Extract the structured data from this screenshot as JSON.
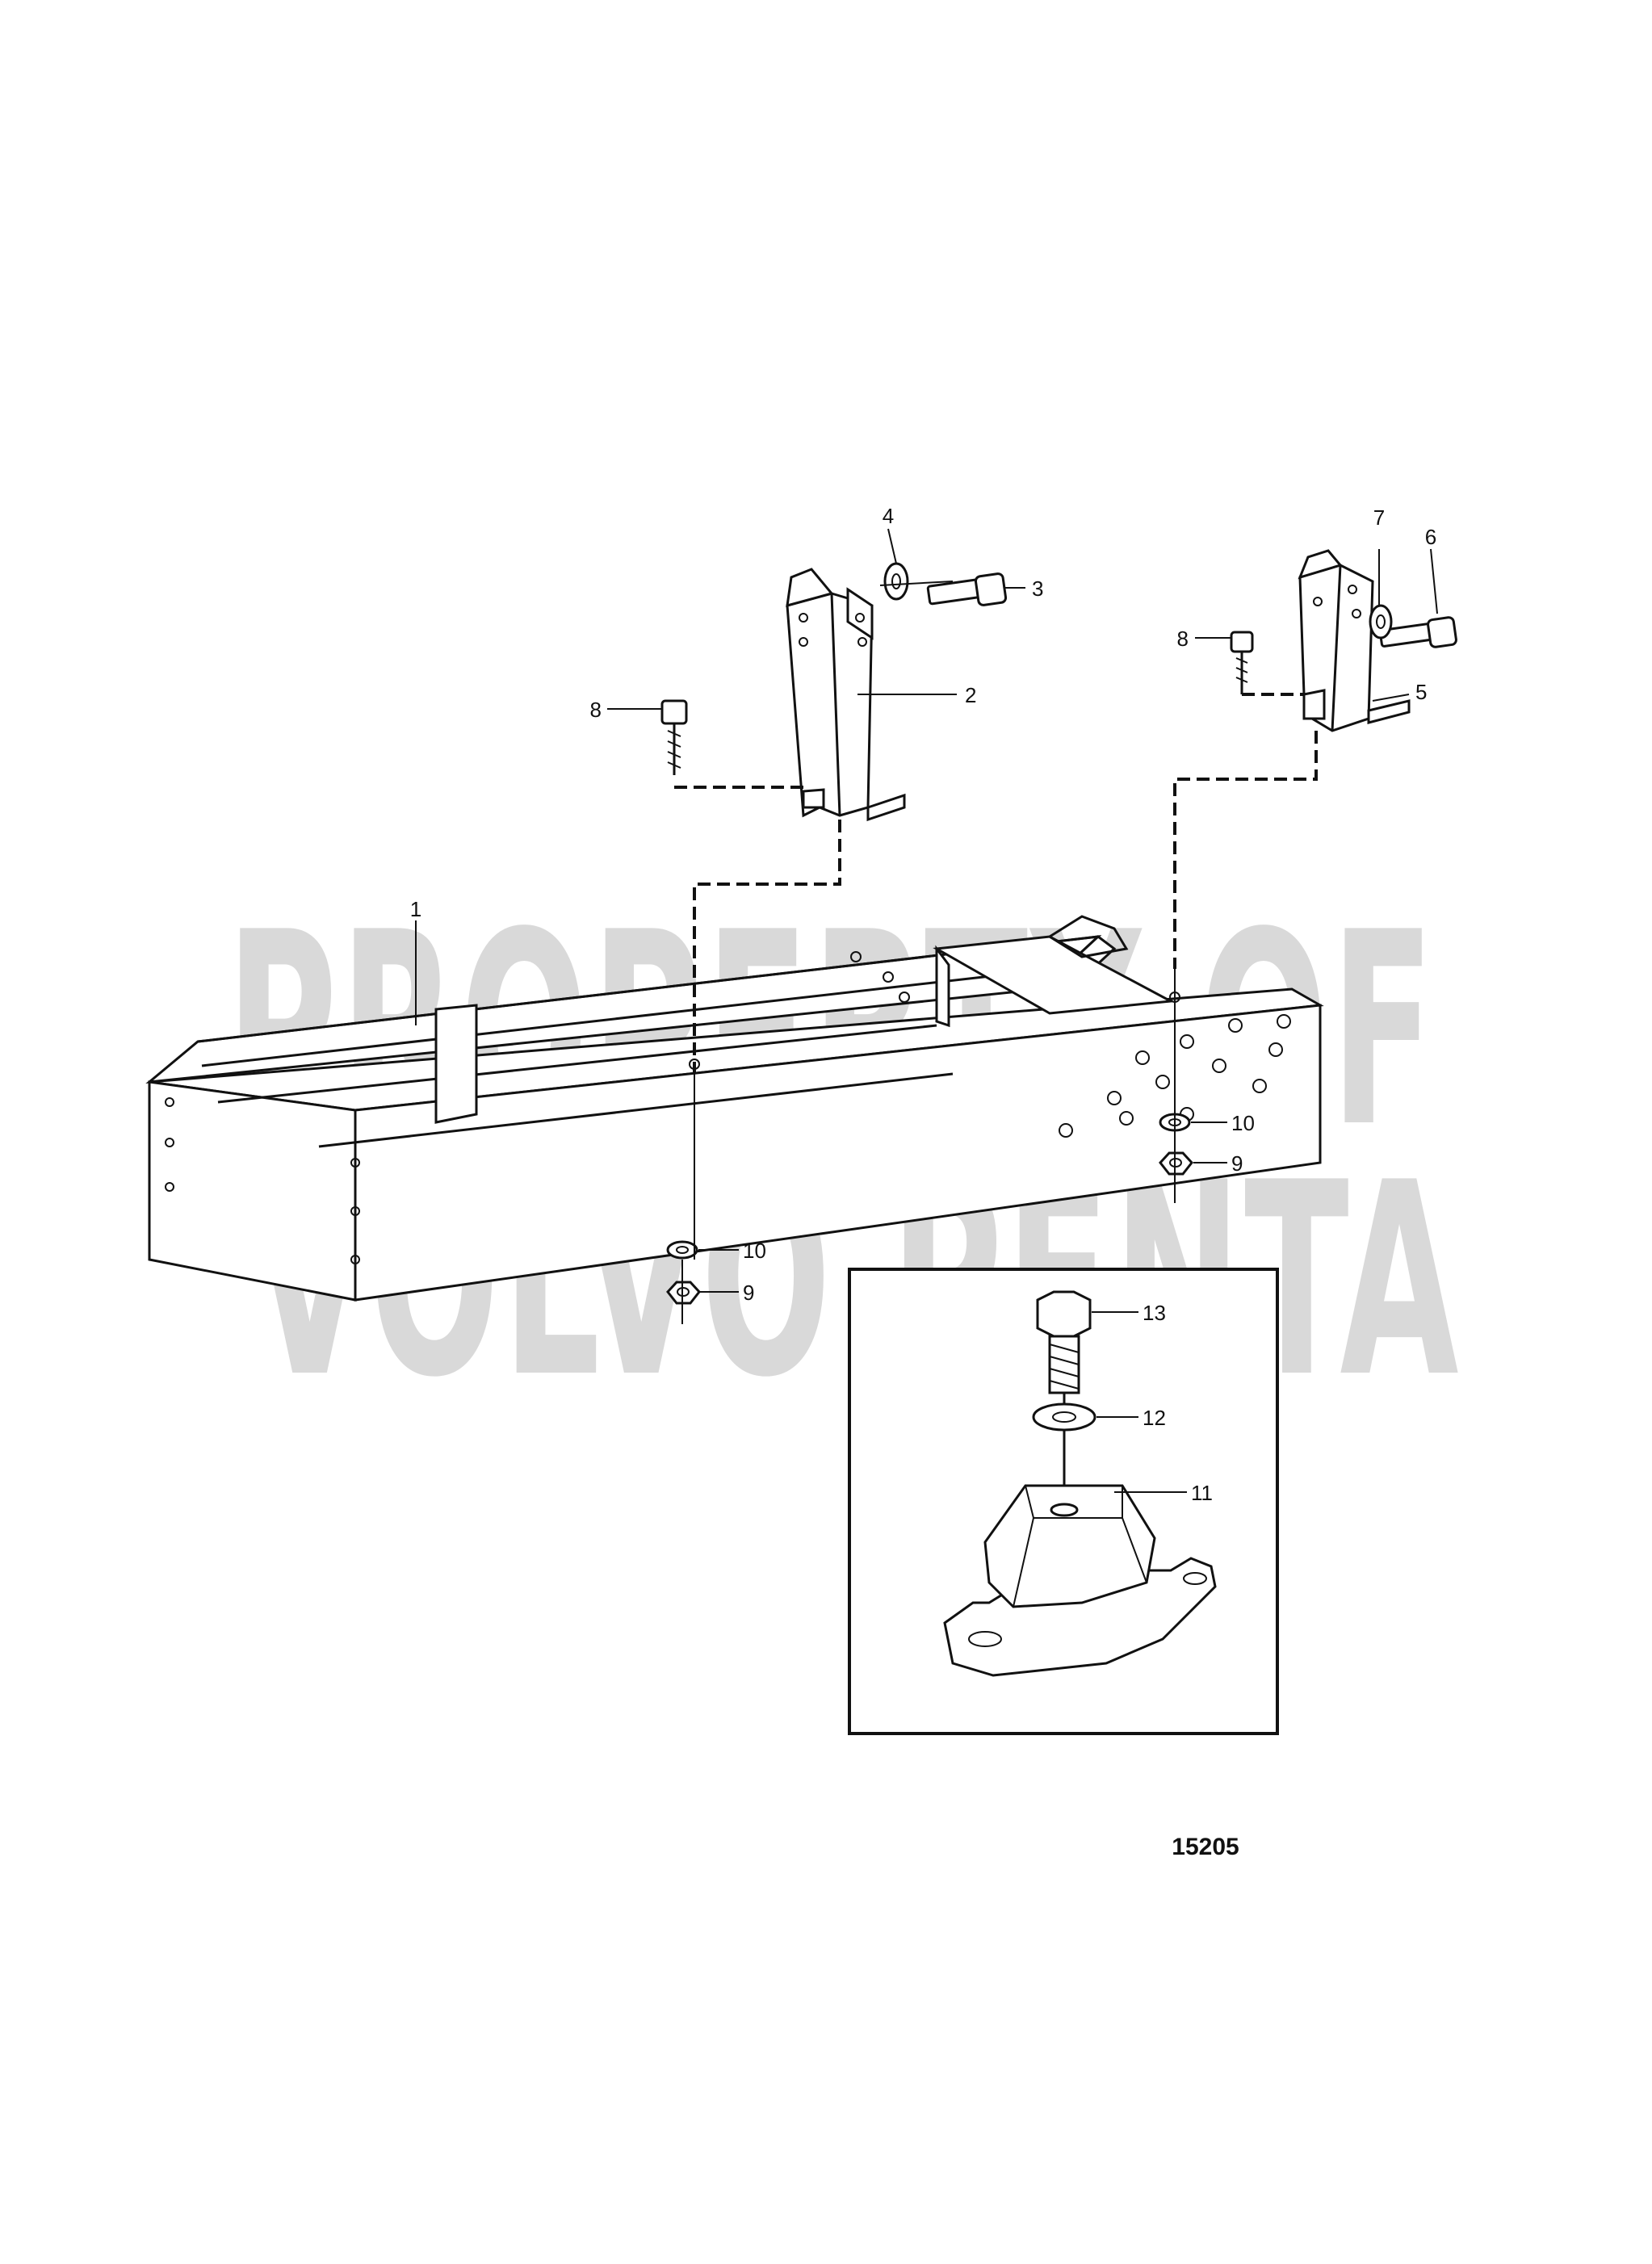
{
  "diagram": {
    "figure_number": "15205",
    "watermark": {
      "line1": "PROPERTY OF",
      "line2": "VOLVO PENTA"
    },
    "callouts": [
      {
        "id": "1",
        "part": "frame"
      },
      {
        "id": "2",
        "part": "left-bracket"
      },
      {
        "id": "3",
        "part": "bolt"
      },
      {
        "id": "4",
        "part": "washer"
      },
      {
        "id": "5",
        "part": "right-bracket"
      },
      {
        "id": "6",
        "part": "bolt"
      },
      {
        "id": "7",
        "part": "washer"
      },
      {
        "id": "8",
        "part": "screw"
      },
      {
        "id": "9",
        "part": "nut"
      },
      {
        "id": "10",
        "part": "washer"
      },
      {
        "id": "11",
        "part": "rubber-mount"
      },
      {
        "id": "12",
        "part": "washer"
      },
      {
        "id": "13",
        "part": "bolt"
      }
    ]
  }
}
